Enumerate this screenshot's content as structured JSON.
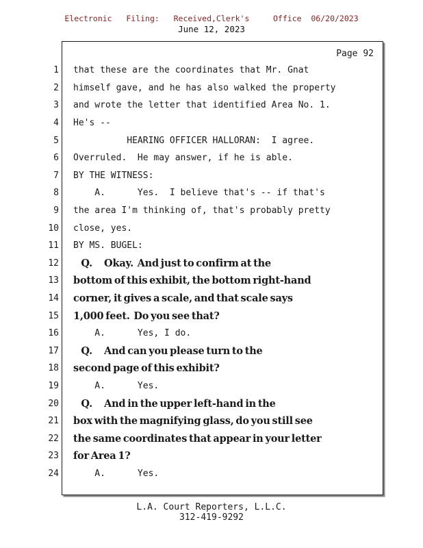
{
  "colors": {
    "filing_stamp": "#8b2323",
    "text": "#1a1a1a",
    "background": "#ffffff"
  },
  "header": {
    "filing_line": "Electronic   Filing:   Received,Clerk's     Office  06/20/2023",
    "date_line": "June 12, 2023"
  },
  "page_label": "Page 92",
  "transcript": {
    "lines": [
      {
        "num": "1",
        "bold": false,
        "text": "that these are the coordinates that Mr. Gnat"
      },
      {
        "num": "2",
        "bold": false,
        "text": "himself gave, and he has also walked the property"
      },
      {
        "num": "3",
        "bold": false,
        "text": "and wrote the letter that identified Area No. 1."
      },
      {
        "num": "4",
        "bold": false,
        "text": "He's --"
      },
      {
        "num": "5",
        "bold": false,
        "text": "          HEARING OFFICER HALLORAN:  I agree."
      },
      {
        "num": "6",
        "bold": false,
        "text": "Overruled.  He may answer, if he is able."
      },
      {
        "num": "7",
        "bold": false,
        "text": "BY THE WITNESS:"
      },
      {
        "num": "8",
        "bold": false,
        "text": "    A.      Yes.  I believe that's -- if that's"
      },
      {
        "num": "9",
        "bold": false,
        "text": "the area I'm thinking of, that's probably pretty"
      },
      {
        "num": "10",
        "bold": false,
        "text": "close, yes."
      },
      {
        "num": "11",
        "bold": false,
        "text": "BY MS. BUGEL:"
      },
      {
        "num": "12",
        "bold": true,
        "text": "    Q.      Okay.  And just to confirm at the"
      },
      {
        "num": "13",
        "bold": true,
        "text": "bottom of this exhibit, the bottom right-hand"
      },
      {
        "num": "14",
        "bold": true,
        "text": "corner, it gives a scale, and that scale says"
      },
      {
        "num": "15",
        "bold": true,
        "text": "1,000 feet.  Do you see that?"
      },
      {
        "num": "16",
        "bold": false,
        "text": "    A.      Yes, I do."
      },
      {
        "num": "17",
        "bold": true,
        "text": "    Q.      And can you please turn to the"
      },
      {
        "num": "18",
        "bold": true,
        "text": "second page of this exhibit?"
      },
      {
        "num": "19",
        "bold": false,
        "text": "    A.      Yes."
      },
      {
        "num": "20",
        "bold": true,
        "text": "    Q.      And in the upper left-hand in the"
      },
      {
        "num": "21",
        "bold": true,
        "text": "box with the magnifying glass, do you still see"
      },
      {
        "num": "22",
        "bold": true,
        "text": "the same coordinates that appear in your letter"
      },
      {
        "num": "23",
        "bold": true,
        "text": "for Area 1?"
      },
      {
        "num": "24",
        "bold": false,
        "text": "    A.      Yes."
      }
    ]
  },
  "footer": {
    "company": "L.A. Court Reporters, L.L.C.",
    "phone": "312-419-9292"
  }
}
